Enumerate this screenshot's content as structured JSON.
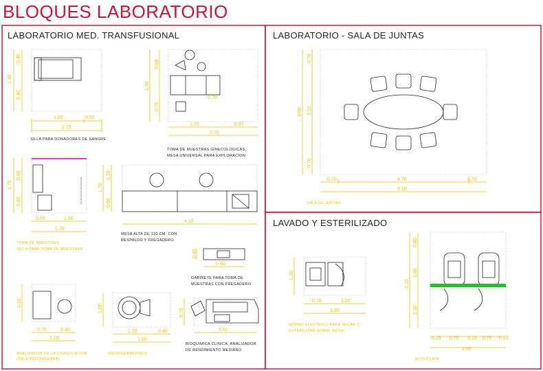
{
  "title": "BLOQUES LABORATORIO",
  "colors": {
    "accent": "#c0173f",
    "dimension": "#e8c300",
    "tick": "#3a9a3a",
    "wall": "#22c022",
    "line": "#222222",
    "tile": "#e040c0"
  },
  "sections": {
    "transfusional": "LABORATORIO MED. TRANSFUSIONAL",
    "juntas": "LABORATORIO - SALA DE JUNTAS",
    "lavado": "LAVADO Y ESTERILIZADO"
  },
  "captions": {
    "silla_donadores": "SILLA PARA DONADORES DE SANGRE",
    "toma_gineco_1": "TOMA DE MUESTRAS GINECOLOGICAS,",
    "toma_gineco_2": "MESA UNIVERSAL PARA EXPLORACION",
    "toma_muestras_1": "TOMA DE MUESTRAS,",
    "toma_muestras_2": "SILLA PARA TOMA DE MUESTRAS",
    "mesa_alta_1": "MESA ALTA DE 120 CM. CON",
    "mesa_alta_2": "RESPALDO Y FREGADERO",
    "gabinete_1": "GABINETE PARA TOMA DE",
    "gabinete_2": "MUESTRAS CON FREGADERO",
    "analizador_1": "ANALIZADOR DE LA COAGULACION",
    "analizador_2": "(SALA REDONDEADA)",
    "refrigeradores": "REFRIGERADORES",
    "bioquimica_1": "BIOQUIMICA CLINICA, ANALIZADOR",
    "bioquimica_2": "DE RENDIMIENTO MEDIANO",
    "sala_juntas": "SALA DE JUNTAS",
    "horno_1": "HORNO ELECTRICO PARA SECAR O",
    "horno_2": "ESTERILIZAR SOBRE MESA",
    "autoclave": "AUTOCLAVE"
  },
  "dims": {
    "d1_w1": "1.60",
    "d1_w2": "0.55",
    "d1_total": "2.15",
    "d1_v1": "1.40",
    "d1_v2": "0.40",
    "d1_v3": "0.40",
    "d2_w1": "1.72",
    "d2_w2": "0.97",
    "d2_total": "2.70",
    "d2_v1": "1.30",
    "d2_v2": "0.88",
    "d2_v3": "0.75",
    "d2_table": "0.70",
    "d3_w1": "0.60",
    "d3_w2": "1.00",
    "d3_total": "1.70",
    "d3_v1": "1.70",
    "d3_v2": "0.90",
    "d3_v3": "0.80",
    "d4_total": "4.10",
    "d4_v1": "1.70",
    "d4_v2": "1.10",
    "d4_v3": "0.60",
    "d5_w": "0.60",
    "d5_v": "0.45",
    "d6_w1": "0.70",
    "d6_w2": "0.40",
    "d6_total": "1.10",
    "d6_v": "1.20",
    "d7_w1": "1.20",
    "d7_w2": "0.40",
    "d7_total": "1.60",
    "d7_v": "1.00",
    "d8_total": "2.01",
    "d8_v": "0.70",
    "sj_w1": "0.70",
    "sj_w2": "4.70",
    "sj_w3": "0.70",
    "sj_total": "6.10",
    "sj_v1": "3.60",
    "sj_v2": "0.70",
    "sj_v3": "2.10",
    "sj_v4": "0.70",
    "hw_w1": "0.70",
    "hw_w2": "1.20",
    "hw_total": "1.90",
    "hw_v": "1.20",
    "ac_w1": "0.15",
    "ac_w2": "0.70",
    "ac_w3": "0.10",
    "ac_w4": "0.70",
    "ac_w5": "0.15",
    "ac_total": "2.00",
    "ac_v1": "2.10",
    "ac_v2": "0.80",
    "ac_v3": "1.00",
    "ac_v4": "1.30"
  }
}
